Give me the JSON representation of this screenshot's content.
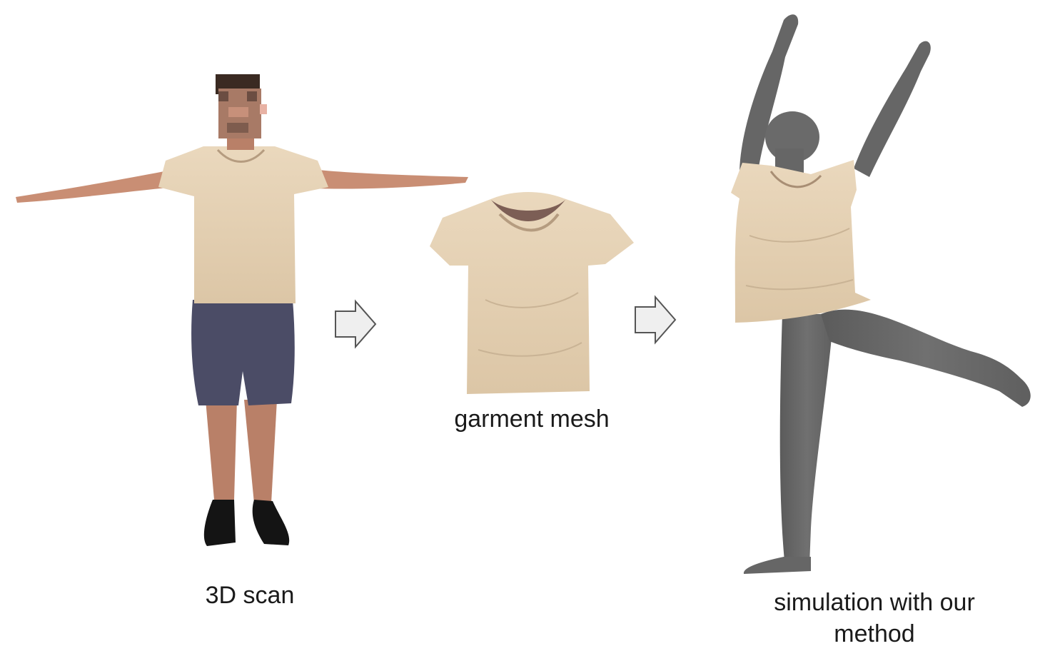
{
  "captions": {
    "scan": "3D scan",
    "garment": "garment mesh",
    "simulation_line1": "simulation with our",
    "simulation_line2": "method"
  },
  "colors": {
    "shirt": "#e6d3b8",
    "shirt_shadow": "#c9b395",
    "skin": "#c98e74",
    "shorts": "#4b4c66",
    "shoes": "#141414",
    "hair": "#3a2a22",
    "body_gray": "#666666",
    "arrow_fill": "#efefef",
    "arrow_stroke": "#555555"
  },
  "icons": [
    "right-arrow-icon",
    "right-arrow-icon"
  ]
}
